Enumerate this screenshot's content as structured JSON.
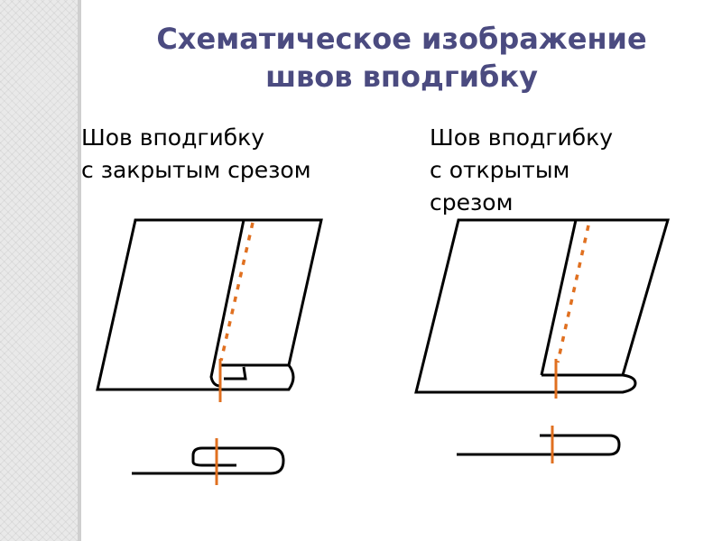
{
  "title": {
    "line1": "Схематическое изображение",
    "line2": "швов вподгибку"
  },
  "left_seam": {
    "line1": "Шов вподгибку",
    "line2": "с закрытым срезом"
  },
  "right_seam": {
    "line1": "Шов вподгибку",
    "line2": "с открытым",
    "line3": "срезом"
  },
  "colors": {
    "title": "#4b4b80",
    "stitch": "#e07020",
    "outline": "#000000",
    "side_strip": "#e9e9e9"
  }
}
